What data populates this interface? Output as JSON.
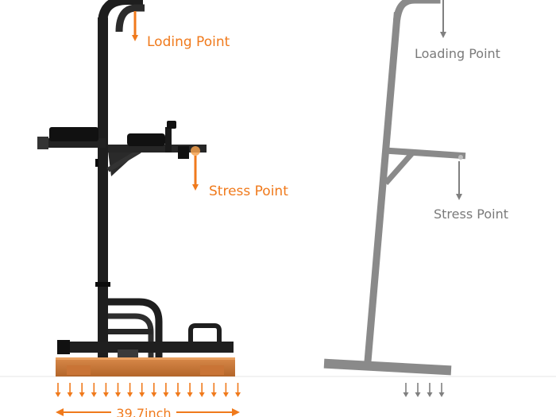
{
  "product_side": {
    "loading_label": "Loding Point",
    "stress_label": "Stress Point",
    "width_label": "39.7inch",
    "accent_color": "#f07a1c"
  },
  "diagram_side": {
    "loading_label": "Loading Point",
    "stress_label": "Stress Point",
    "accent_color": "#808080"
  }
}
